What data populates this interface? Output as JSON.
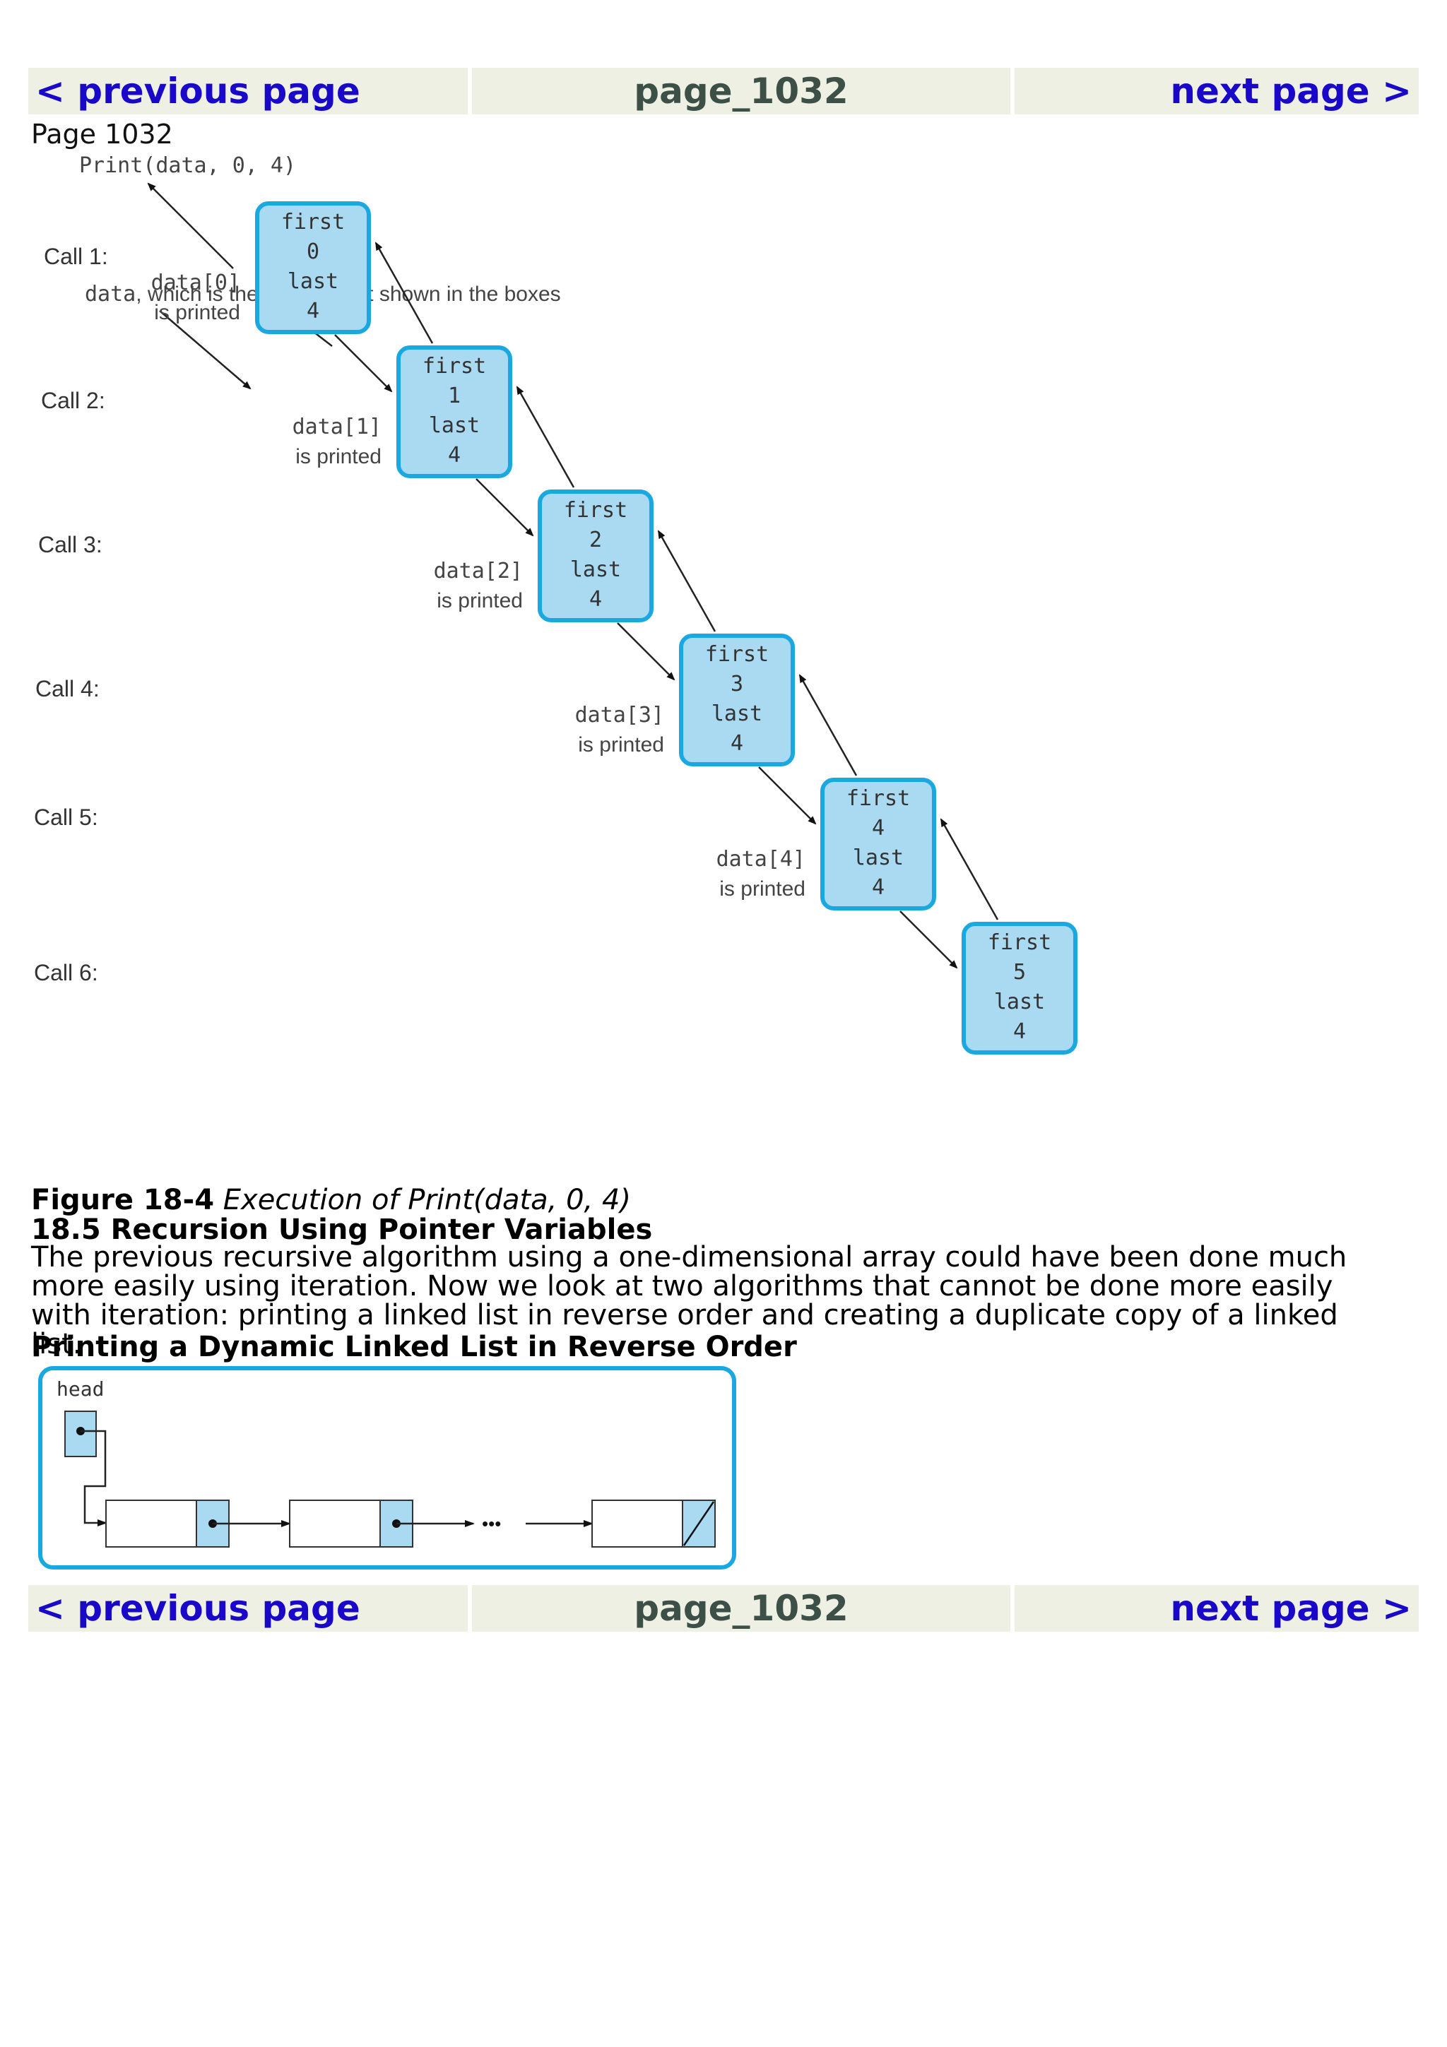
{
  "navigation": {
    "previous_label": "< previous page",
    "page_name": "page_1032",
    "next_label": "next page >"
  },
  "page_label": "Page 1032",
  "figure": {
    "top_call": "Print(data, 0, 4)",
    "note_code": "data",
    "note_text": ", which is the array, is not shown in the boxes",
    "calls": [
      {
        "label": "Call 1:",
        "first_label": "first",
        "first": "0",
        "last_label": "last",
        "last": "4",
        "printed_code": "data[0]",
        "printed_text": "is printed"
      },
      {
        "label": "Call 2:",
        "first_label": "first",
        "first": "1",
        "last_label": "last",
        "last": "4",
        "printed_code": "data[1]",
        "printed_text": "is printed"
      },
      {
        "label": "Call 3:",
        "first_label": "first",
        "first": "2",
        "last_label": "last",
        "last": "4",
        "printed_code": "data[2]",
        "printed_text": "is printed"
      },
      {
        "label": "Call 4:",
        "first_label": "first",
        "first": "3",
        "last_label": "last",
        "last": "4",
        "printed_code": "data[3]",
        "printed_text": "is printed"
      },
      {
        "label": "Call 5:",
        "first_label": "first",
        "first": "4",
        "last_label": "last",
        "last": "4",
        "printed_code": "data[4]",
        "printed_text": "is printed"
      },
      {
        "label": "Call 6:",
        "first_label": "first",
        "first": "5",
        "last_label": "last",
        "last": "4"
      }
    ],
    "box_fill": "#aadaf2",
    "box_stroke": "#1aa8e0"
  },
  "caption": {
    "number": "Figure 18-4",
    "text": "Execution of Print(data, 0, 4)"
  },
  "section_heading": "18.5 Recursion Using Pointer Variables",
  "paragraph": "The previous recursive algorithm using a one-dimensional array could have been done much more easily using iteration. Now we look at two algorithms that cannot be done more easily with iteration: printing a linked list in reverse order and creating a duplicate copy of a linked list.",
  "sub_heading": "Printing a Dynamic Linked List in Reverse Order",
  "list_figure": {
    "head_label": "head",
    "ellipsis": "•••"
  }
}
